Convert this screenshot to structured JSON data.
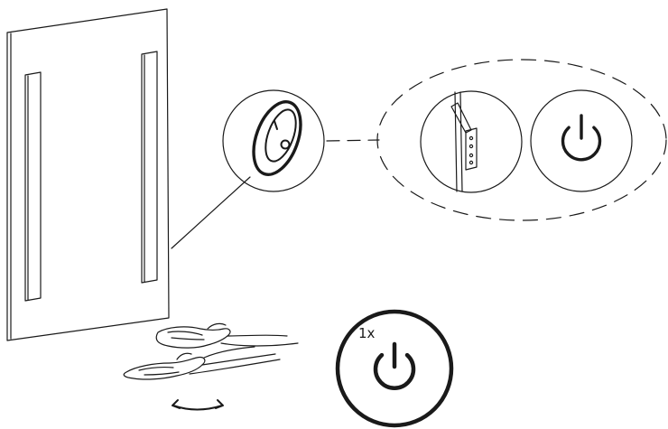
{
  "diagram": {
    "steps": [
      {
        "id": "rocker-switch",
        "icon": "rocker-switch-icon"
      },
      {
        "id": "wall-connector",
        "icon": "wall-mount-icon"
      },
      {
        "id": "switch-on",
        "icon": "power-icon"
      }
    ],
    "sensor": {
      "icon": "power-icon",
      "gesture_icon": "hand-wave-icon",
      "count_label": "1x"
    },
    "colors": {
      "line": "#1a1a1a",
      "background": "#ffffff"
    }
  }
}
